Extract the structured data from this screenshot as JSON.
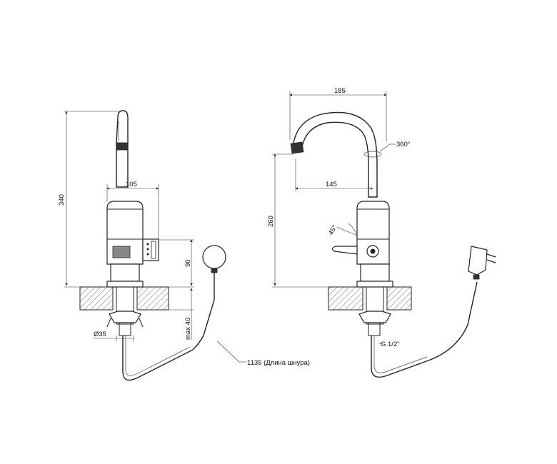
{
  "dimensions": {
    "left_height": "340",
    "left_top_width": "105",
    "left_body_height": "90",
    "left_max_thickness": "max 40",
    "left_diameter": "Ø35",
    "cord_length": "1135 (Длина шнура)",
    "right_reach": "185",
    "right_rotation": "360°",
    "right_spout": "145",
    "right_height": "260",
    "right_angle": "45°",
    "right_thread": "G 1/2\""
  },
  "colors": {
    "line": "#222222",
    "hatch": "#444444",
    "background": "#ffffff"
  }
}
